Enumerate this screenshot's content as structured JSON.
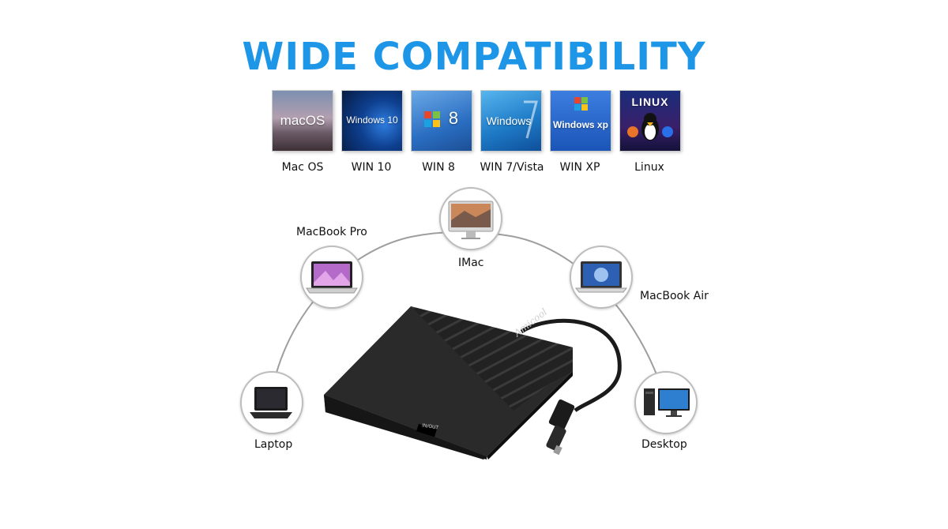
{
  "header": {
    "title": "WIDE COMPATIBILITY"
  },
  "colors": {
    "title": "#1e96e8",
    "arc": "#9e9e9e",
    "drive": "#1b1b1b"
  },
  "os_list": [
    {
      "label": "Mac OS",
      "tile_text": "macOS"
    },
    {
      "label": "WIN 10",
      "tile_text": "Windows 10"
    },
    {
      "label": "WIN 8",
      "tile_text": "8"
    },
    {
      "label": "WIN 7/Vista",
      "tile_text": "Windows"
    },
    {
      "label": "WIN XP",
      "tile_text": "Windows xp"
    },
    {
      "label": "Linux",
      "tile_text": "LINUX"
    }
  ],
  "devices": {
    "imac": {
      "label": "IMac"
    },
    "macbook_pro": {
      "label": "MacBook Pro"
    },
    "macbook_air": {
      "label": "MacBook Air"
    },
    "laptop": {
      "label": "Laptop"
    },
    "desktop": {
      "label": "Desktop"
    }
  },
  "product": {
    "brand": "Amicool",
    "button_text": "IN/OUT"
  }
}
